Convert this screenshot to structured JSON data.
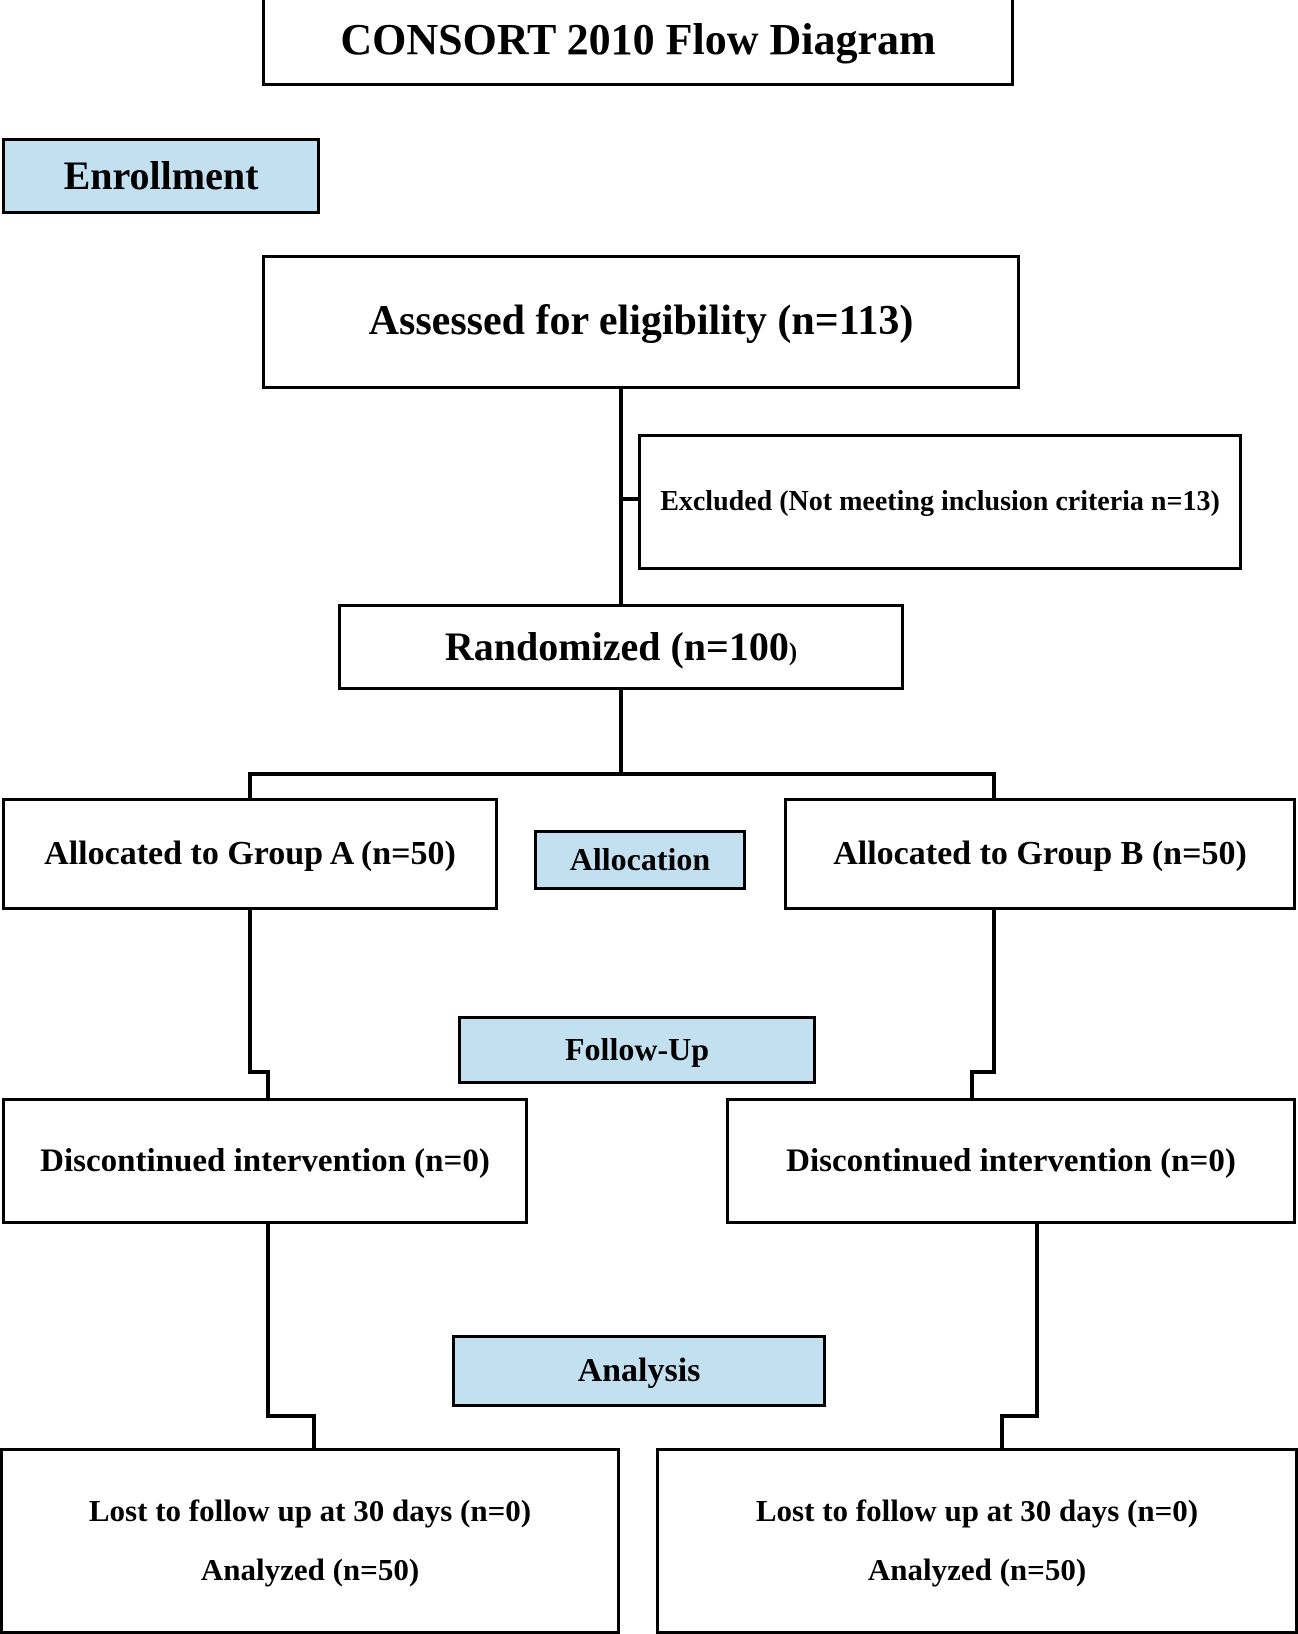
{
  "diagram": {
    "title": "CONSORT 2010 Flow Diagram",
    "type": "flowchart",
    "accent_color": "#c2e0f0",
    "border_color": "#000000",
    "background_color": "#ffffff"
  },
  "stages": {
    "enrollment": "Enrollment",
    "allocation": "Allocation",
    "followup": "Follow-Up",
    "analysis": "Analysis"
  },
  "nodes": {
    "assessed": "Assessed for eligibility (n=113)",
    "excluded": "Excluded (Not meeting inclusion criteria n=13)",
    "randomized_main": "Randomized (n=100",
    "randomized_tail": ")",
    "group_a": "Allocated to Group A (n=50)",
    "group_b": "Allocated to Group B (n=50)",
    "discontinued_a": "Discontinued intervention (n=0)",
    "discontinued_b": "Discontinued intervention (n=0)",
    "lost_a_line1": "Lost to follow up at 30 days (n=0)",
    "lost_a_line2": "Analyzed (n=50)",
    "lost_b_line1": "Lost to follow up at 30 days (n=0)",
    "lost_b_line2": "Analyzed (n=50)"
  },
  "counts": {
    "assessed_for_eligibility": 113,
    "excluded_not_meeting_inclusion_criteria": 13,
    "randomized": 100,
    "allocated_group_a": 50,
    "allocated_group_b": 50,
    "discontinued_group_a": 0,
    "discontinued_group_b": 0,
    "lost_to_followup_30_days_group_a": 0,
    "lost_to_followup_30_days_group_b": 0,
    "analyzed_group_a": 50,
    "analyzed_group_b": 50
  }
}
